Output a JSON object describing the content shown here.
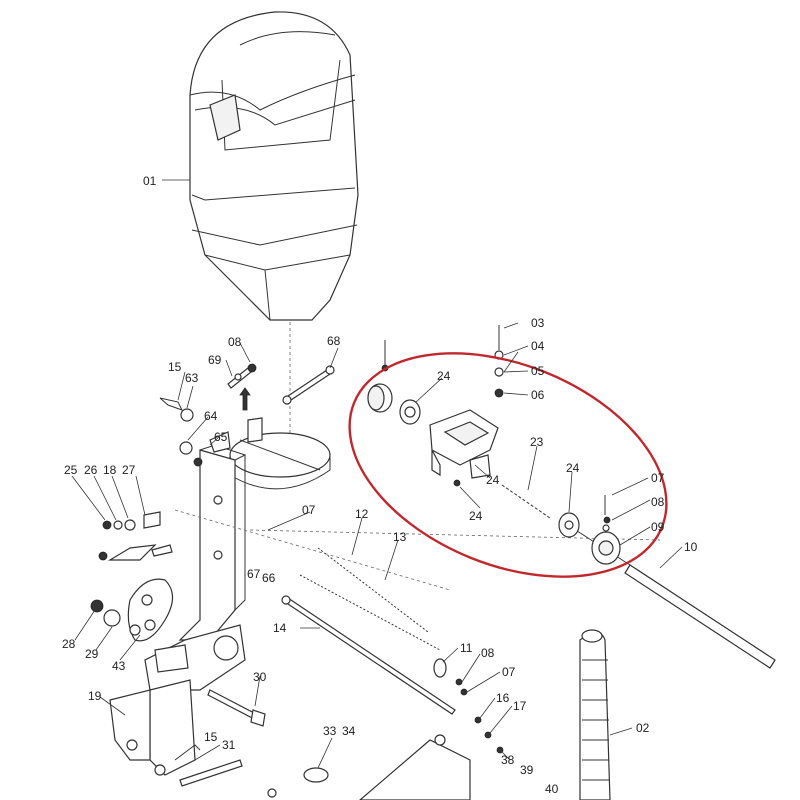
{
  "diagram": {
    "highlight_color": "#c0282e",
    "labels": {
      "p01": "01",
      "p02": "02",
      "p03": "03",
      "p04": "04",
      "p05": "05",
      "p06": "06",
      "p07a": "07",
      "p07b": "07",
      "p07c": "07",
      "p08a": "08",
      "p08b": "08",
      "p08c": "08",
      "p09": "09",
      "p10": "10",
      "p11": "11",
      "p12": "12",
      "p13": "13",
      "p14": "14",
      "p15a": "15",
      "p15b": "15",
      "p16": "16",
      "p17": "17",
      "p18": "18",
      "p19": "19",
      "p23": "23",
      "p24a": "24",
      "p24b": "24",
      "p24c": "24",
      "p24d": "24",
      "p25": "25",
      "p26": "26",
      "p27": "27",
      "p28": "28",
      "p29": "29",
      "p30": "30",
      "p31": "31",
      "p33": "33",
      "p34": "34",
      "p38": "38",
      "p39": "39",
      "p40": "40",
      "p43": "43",
      "p63": "63",
      "p64": "64",
      "p65": "65",
      "p66": "66",
      "p67": "67",
      "p68": "68",
      "p69": "69"
    }
  }
}
